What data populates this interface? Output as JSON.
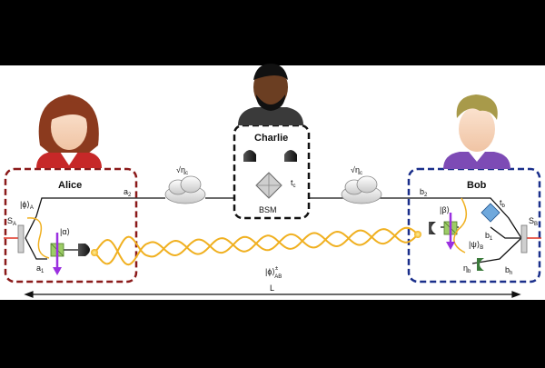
{
  "parties": {
    "alice": {
      "name": "Alice",
      "source": "S",
      "source_sub": "A",
      "state": "|ϕ⟩",
      "state_sub": "A",
      "coherent": "|α⟩",
      "mode_top": "a",
      "mode_top_sub": "2",
      "mode_bottom": "a",
      "mode_bottom_sub": "1",
      "box_color": "#8b1a1a"
    },
    "charlie": {
      "name": "Charlie",
      "bsm": "BSM",
      "transmissivity": "t",
      "transmissivity_sub": "c"
    },
    "bob": {
      "name": "Bob",
      "source": "S",
      "source_sub": "B",
      "state": "|ψ⟩",
      "state_sub": "B",
      "coherent": "|β⟩",
      "mode_top": "b",
      "mode_top_sub": "2",
      "mode_mid": "b",
      "mode_mid_sub": "1",
      "mode_bottom": "b",
      "mode_bottom_sub": "h",
      "transmissivity": "t",
      "transmissivity_sub": "b",
      "efficiency": "η",
      "efficiency_sub": "b",
      "box_color": "#1a2f8b"
    }
  },
  "channels": {
    "left": {
      "label": "η",
      "label_sub": "c"
    },
    "right": {
      "label": "η",
      "label_sub": "c"
    }
  },
  "entangled_state": {
    "label": "|ϕ⟩",
    "label_sup": "±",
    "label_sub": "AB"
  },
  "distance": {
    "label": "L"
  },
  "colors": {
    "wave": "#f0b020",
    "laser": "#e03020",
    "pump": "#9b30e0",
    "alice_box": "#8b1a1a",
    "bob_box": "#1a2f8b"
  }
}
